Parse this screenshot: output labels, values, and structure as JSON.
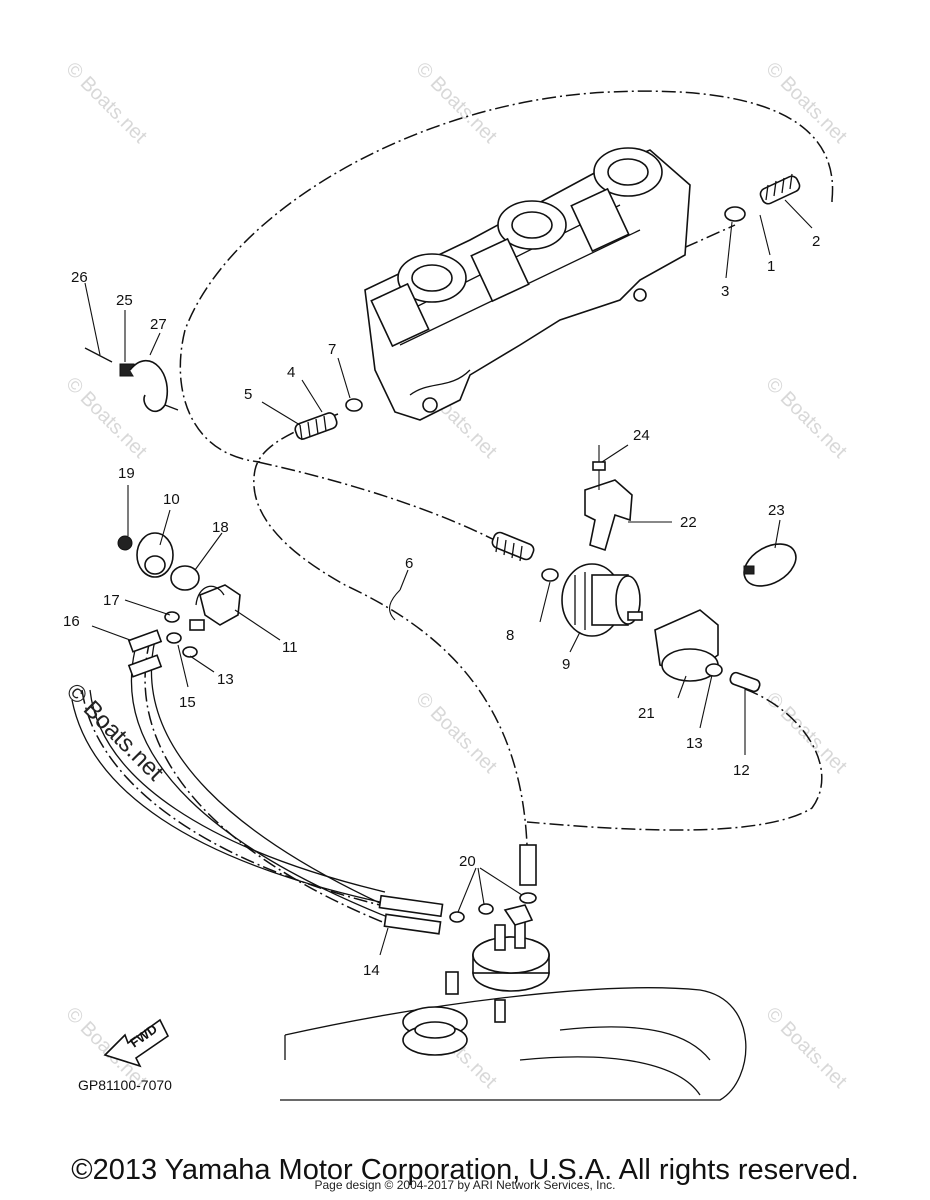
{
  "diagram": {
    "code": "GP81100-7070",
    "fwd_label": "FWD",
    "watermark": "© Boats.net",
    "watermark_overlay": "© Boats.net",
    "callouts": [
      "1",
      "2",
      "3",
      "4",
      "5",
      "6",
      "7",
      "8",
      "9",
      "10",
      "11",
      "12",
      "13",
      "13",
      "14",
      "15",
      "16",
      "17",
      "18",
      "19",
      "20",
      "21",
      "22",
      "23",
      "24",
      "25",
      "26",
      "27"
    ]
  },
  "footer": {
    "copyright": "©2013 Yamaha Motor Corporation, U.S.A. All rights reserved.",
    "page_credit": "Page design © 2004-2017 by ARI Network Services, Inc."
  }
}
